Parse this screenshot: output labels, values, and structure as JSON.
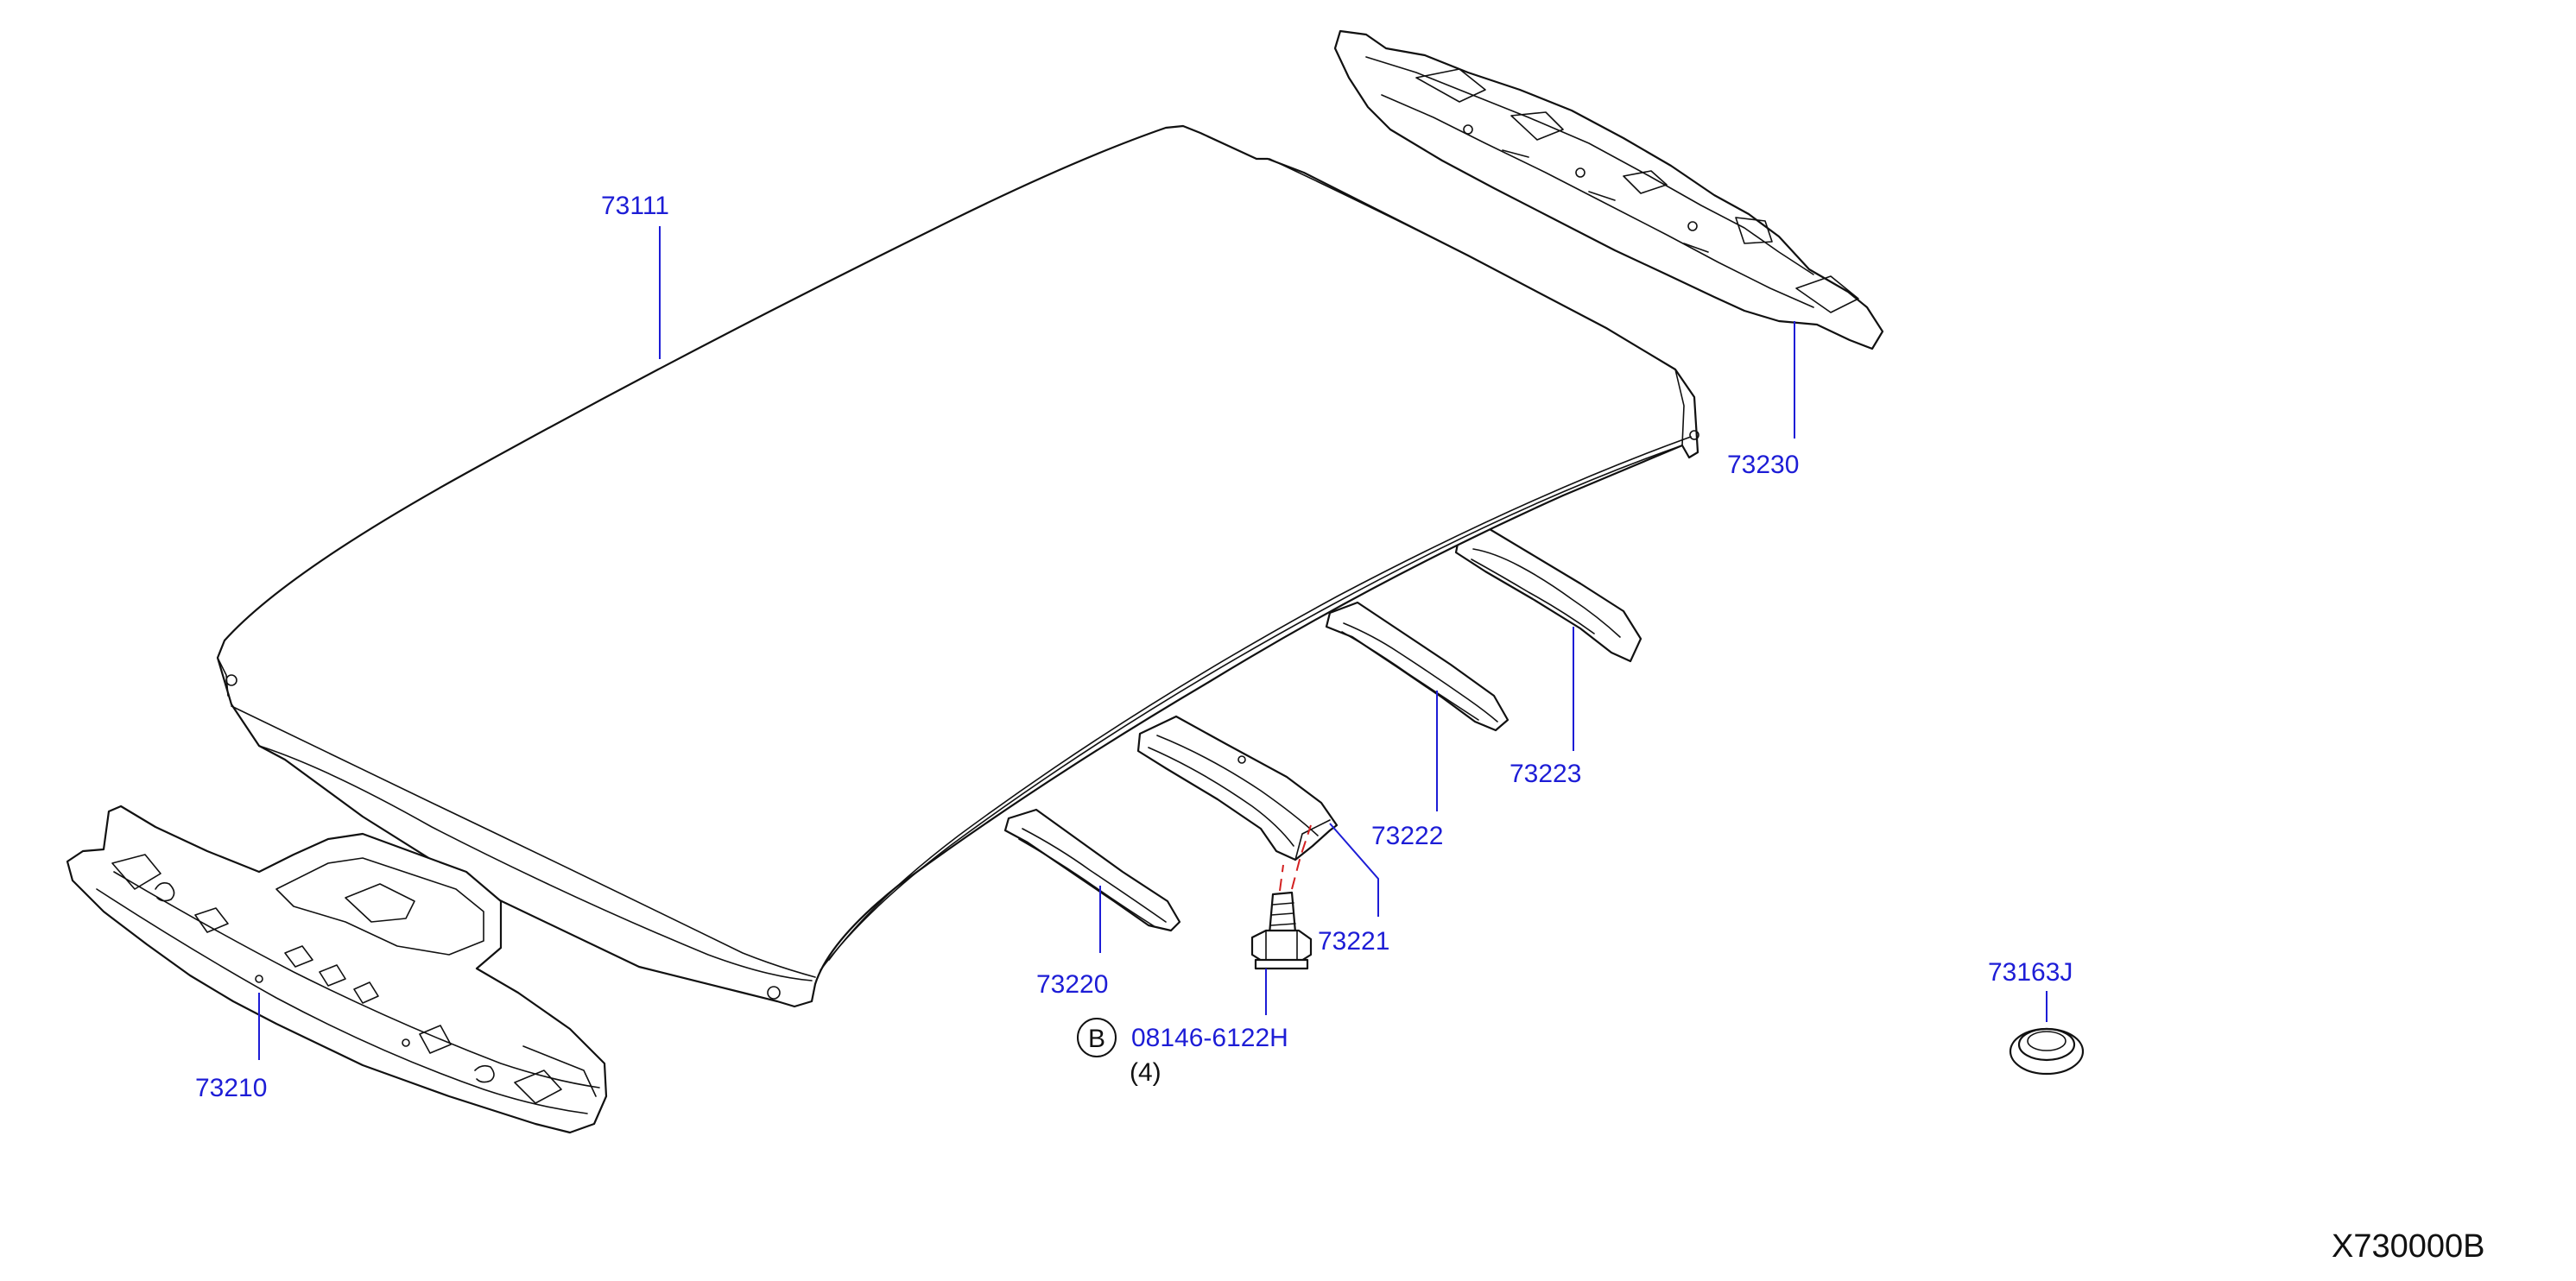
{
  "diagram": {
    "callouts": {
      "roof": "73111",
      "rail_rear": "73230",
      "bow_3": "73223",
      "bow_2": "73222",
      "bow_1": "73221",
      "bow_0": "73220",
      "rail_front": "73210",
      "plug": "73163J",
      "bolt_part": "08146-6122H",
      "bolt_qty": "(4)",
      "bolt_symbol": "B"
    },
    "figure_code": "X730000B"
  }
}
